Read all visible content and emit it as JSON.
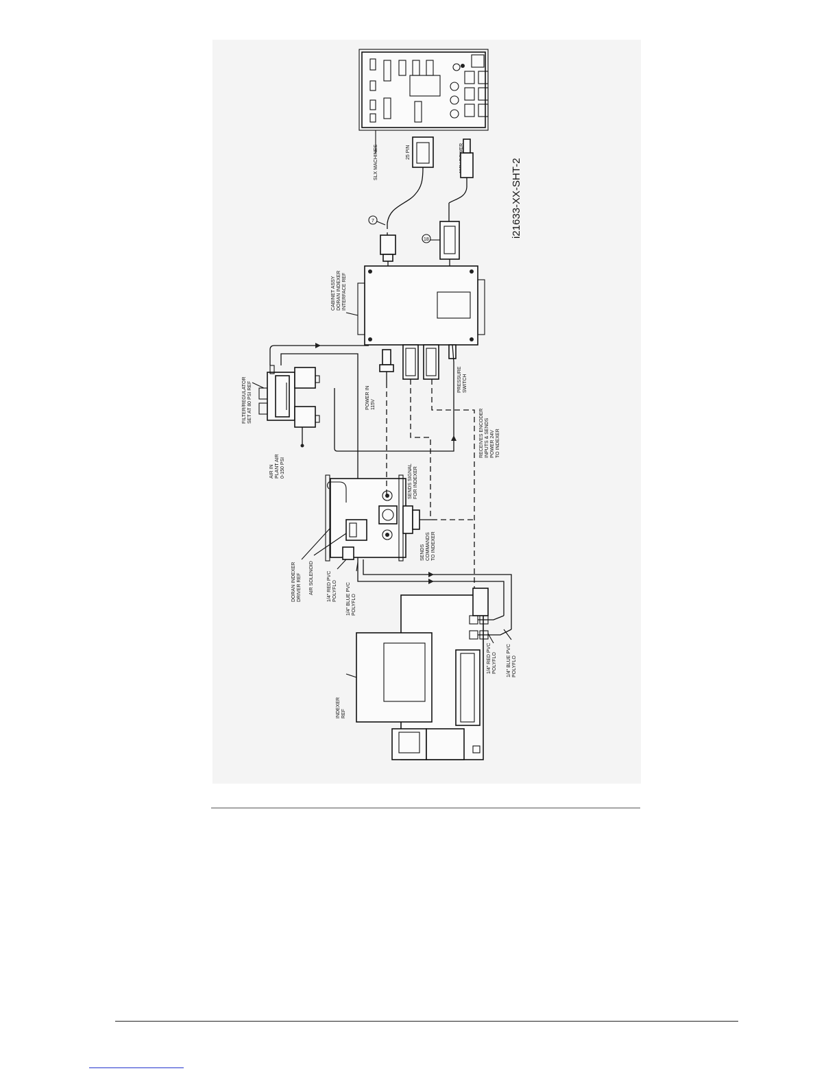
{
  "figure": {
    "drawing_id": "i21633-XX-SHT-2",
    "labels": {
      "slx_machines": "SLX MACHINES",
      "pin25": "25 PIN",
      "power_115v": "115V POWER",
      "callout_7": "7",
      "callout_18": "18",
      "cabinet_assy": [
        "CABINET ASSY",
        "DORAN INDEXER",
        "INTERFACE REF"
      ],
      "filter_regulator": [
        "FILTER/REGULATOR",
        "SET AT 80 PSI REF"
      ],
      "air_in": [
        "AIR IN",
        "PLANT AIR",
        "0-150 PSI"
      ],
      "power_in": [
        "POWER IN",
        "115V"
      ],
      "pressure_switch": [
        "PRESSURE",
        "SWITCH"
      ],
      "receives_encoder": [
        "RECEIVES ENCODER",
        "INPUTS & SENDS",
        "POWER 24V",
        "TO INDEXER"
      ],
      "sends_signal": [
        "SENDS SIGNAL",
        "FOR INDEXER"
      ],
      "sends_commands": [
        "SENDS",
        "COMMANDS",
        "TO INDEXER"
      ],
      "doran_driver": [
        "DORAN INDEXER",
        "DRIVER REF"
      ],
      "air_solenoid": "AIR SOLENOID",
      "red_pvc_left": [
        "1/4\" RED PVC",
        "POLYFLO"
      ],
      "blue_pvc_left": [
        "1/4\" BLUE PVC",
        "POLYFLO"
      ],
      "indexer_ref": [
        "INDEXER",
        "REF"
      ],
      "red_pvc_right": [
        "1/4\" RED PVC",
        "POLYFLO"
      ],
      "blue_pvc_right": [
        "1/4\" BLUE PVC",
        "POLYFLO"
      ]
    }
  }
}
